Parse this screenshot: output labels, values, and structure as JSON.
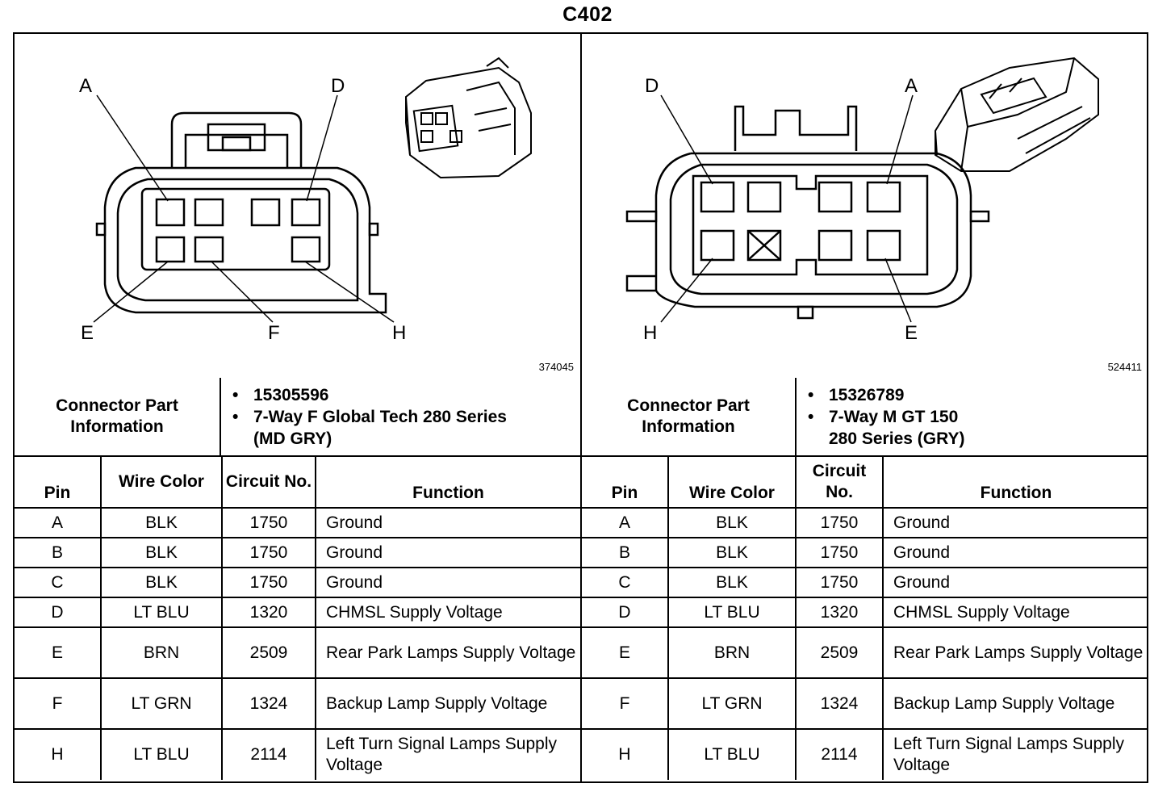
{
  "title": "C402",
  "left": {
    "figure_id": "374045",
    "pin_callouts": [
      "A",
      "D",
      "E",
      "F",
      "H"
    ],
    "part_label": "Connector Part Information",
    "part_number": "15305596",
    "part_desc_line1": "7-Way F Global Tech 280 Series",
    "part_desc_line2": "(MD GRY)",
    "headers": {
      "pin": "Pin",
      "wire_color": "Wire Color",
      "circuit": "Circuit No.",
      "function": "Function"
    },
    "rows": [
      {
        "pin": "A",
        "color": "BLK",
        "circuit": "1750",
        "function": "Ground"
      },
      {
        "pin": "B",
        "color": "BLK",
        "circuit": "1750",
        "function": "Ground"
      },
      {
        "pin": "C",
        "color": "BLK",
        "circuit": "1750",
        "function": "Ground"
      },
      {
        "pin": "D",
        "color": "LT BLU",
        "circuit": "1320",
        "function": "CHMSL Supply Voltage"
      },
      {
        "pin": "E",
        "color": "BRN",
        "circuit": "2509",
        "function": "Rear Park Lamps Supply Voltage"
      },
      {
        "pin": "F",
        "color": "LT GRN",
        "circuit": "1324",
        "function": "Backup Lamp Supply Voltage"
      },
      {
        "pin": "H",
        "color": "LT BLU",
        "circuit": "2114",
        "function": "Left Turn Signal Lamps Supply Voltage"
      }
    ]
  },
  "right": {
    "figure_id": "524411",
    "pin_callouts": [
      "D",
      "A",
      "H",
      "E"
    ],
    "part_label": "Connector Part Information",
    "part_number": "15326789",
    "part_desc_line1": "7-Way M GT 150",
    "part_desc_line2": "280 Series (GRY)",
    "headers": {
      "pin": "Pin",
      "wire_color": "Wire Color",
      "circuit": "Circuit No.",
      "function": "Function"
    },
    "rows": [
      {
        "pin": "A",
        "color": "BLK",
        "circuit": "1750",
        "function": "Ground"
      },
      {
        "pin": "B",
        "color": "BLK",
        "circuit": "1750",
        "function": "Ground"
      },
      {
        "pin": "C",
        "color": "BLK",
        "circuit": "1750",
        "function": "Ground"
      },
      {
        "pin": "D",
        "color": "LT BLU",
        "circuit": "1320",
        "function": "CHMSL Supply Voltage"
      },
      {
        "pin": "E",
        "color": "BRN",
        "circuit": "2509",
        "function": "Rear Park Lamps Supply Voltage"
      },
      {
        "pin": "F",
        "color": "LT GRN",
        "circuit": "1324",
        "function": "Backup Lamp Supply Voltage"
      },
      {
        "pin": "H",
        "color": "LT BLU",
        "circuit": "2114",
        "function": "Left Turn Signal Lamps Supply Voltage"
      }
    ]
  }
}
